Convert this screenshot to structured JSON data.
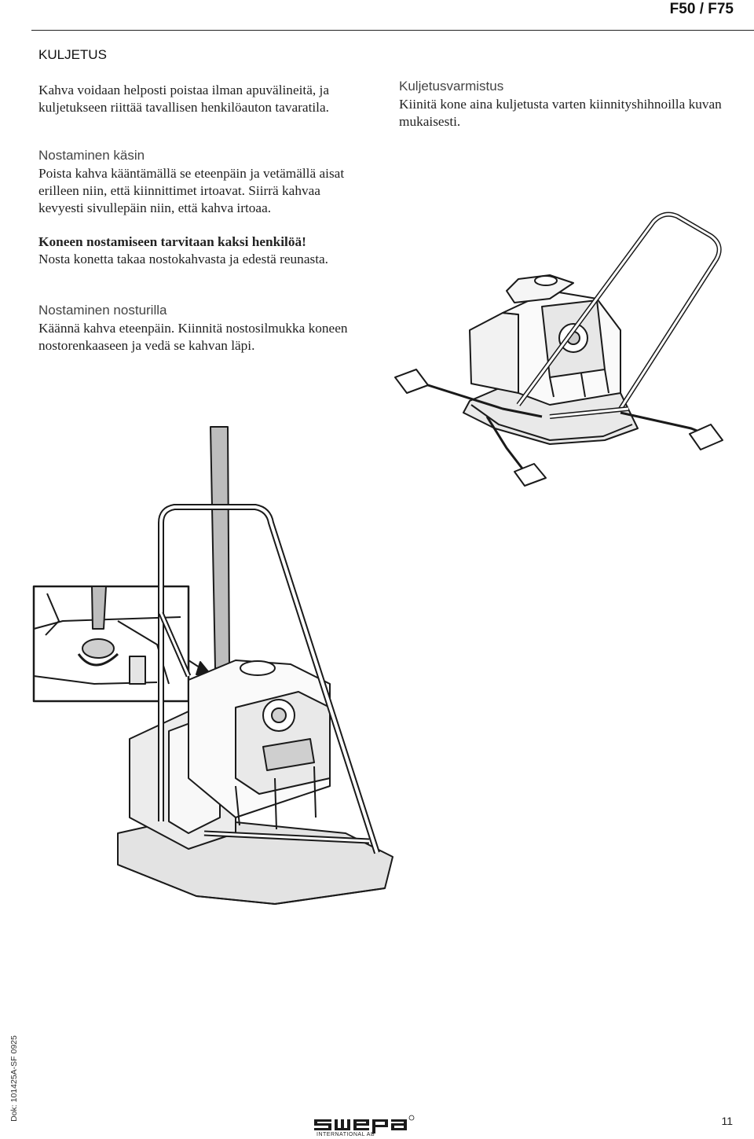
{
  "header": {
    "title": "F50 / F75"
  },
  "sections": {
    "kuljetus": {
      "title": "KULJETUS",
      "text": "Kahva voidaan helposti poistaa ilman apuvälineitä, ja kuljetukseen riittää tavallisen henkilöauton tavaratila."
    },
    "kuljetusvarmistus": {
      "title": "Kuljetusvarmistus",
      "text": "Kiinitä kone aina kuljetusta varten kiinnityshihnoilla kuvan mukaisesti."
    },
    "nostaminen_kasin": {
      "title": "Nostaminen käsin",
      "text": "Poista kahva kääntämällä se eteenpäin ja vetämällä aisat erilleen niin, että kiinnittimet irtoavat. Siirrä kahvaa kevyesti sivullepäin niin, että kahva irtoaa.",
      "warning": "Koneen nostamiseen tarvitaan kaksi henkilöä!",
      "text2": "Nosta konetta takaa nostokahvasta ja edestä reunasta."
    },
    "nostaminen_nosturilla": {
      "title": "Nostaminen nosturilla",
      "text": "Käännä kahva eteenpäin. Kiinnitä nostosilmukka koneen nostorenkaaseen ja vedä se kahvan läpi."
    }
  },
  "footer": {
    "doc_code": "Dok: 101425A-SF 0925",
    "logo_text": "swepac",
    "logo_sub": "INTERNATIONAL AB",
    "page_number": "11"
  },
  "icons": [
    "compactor-strapped-illustration",
    "compactor-crane-lift-illustration",
    "lifting-loop-detail-illustration",
    "swepac-logo"
  ]
}
